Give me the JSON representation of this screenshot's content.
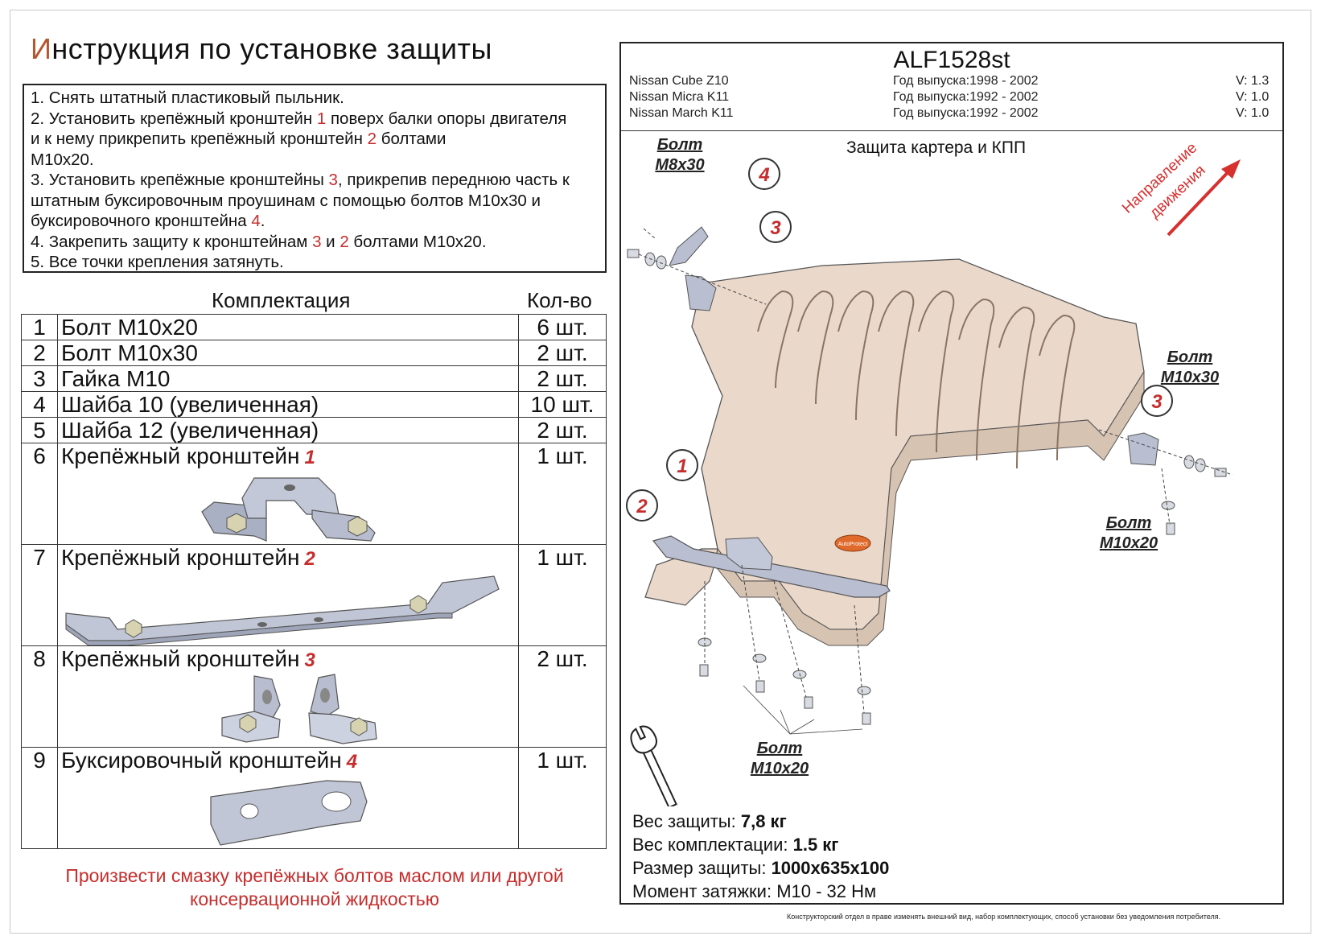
{
  "title": {
    "first": "И",
    "rest": "нструкция по установке защиты"
  },
  "steps": [
    [
      {
        "t": "1. Снять штатный пластиковый пыльник."
      }
    ],
    [
      {
        "t": "2. Установить крепёжный кронштейн "
      },
      {
        "t": "1",
        "red": true
      },
      {
        "t": " поверх балки опоры двигателя"
      }
    ],
    [
      {
        "t": "и к нему прикрепить крепёжный кронштейн "
      },
      {
        "t": "2",
        "red": true
      },
      {
        "t": " болтами"
      }
    ],
    [
      {
        "t": "М10x20."
      }
    ],
    [
      {
        "t": "3. Установить крепёжные кронштейны "
      },
      {
        "t": "3",
        "red": true
      },
      {
        "t": ", прикрепив переднюю часть к"
      }
    ],
    [
      {
        "t": "штатным буксировочным проушинам с помощью болтов М10х30 и"
      }
    ],
    [
      {
        "t": "буксировочного кронштейна "
      },
      {
        "t": "4",
        "red": true
      },
      {
        "t": "."
      }
    ],
    [
      {
        "t": "4. Закрепить защиту к кронштейнам "
      },
      {
        "t": "3",
        "red": true
      },
      {
        "t": " и "
      },
      {
        "t": "2",
        "red": true
      },
      {
        "t": " болтами М10х20."
      }
    ],
    [
      {
        "t": "5. Все точки крепления затянуть."
      }
    ]
  ],
  "kit": {
    "header_name": "Комплектация",
    "header_qty": "Кол-во",
    "rows": [
      {
        "n": "1",
        "name": "Болт М10х20",
        "qty": "6 шт."
      },
      {
        "n": "2",
        "name": "Болт М10х30",
        "qty": "2 шт."
      },
      {
        "n": "3",
        "name": "Гайка М10",
        "qty": "2 шт."
      },
      {
        "n": "4",
        "name": "Шайба 10 (увеличенная)",
        "qty": "10 шт."
      },
      {
        "n": "5",
        "name": "Шайба 12 (увеличенная)",
        "qty": "2 шт."
      },
      {
        "n": "6",
        "name": "Крепёжный кронштейн",
        "num": "1",
        "qty": "1 шт."
      },
      {
        "n": "7",
        "name": "Крепёжный кронштейн",
        "num": "2",
        "qty": "1 шт."
      },
      {
        "n": "8",
        "name": "Крепёжный кронштейн",
        "num": "3",
        "qty": "2 шт."
      },
      {
        "n": "9",
        "name": "Буксировочный кронштейн",
        "num": "4",
        "qty": "1 шт."
      }
    ]
  },
  "note": [
    "Произвести смазку крепёжных болтов маслом или другой",
    "консервационной жидкостью"
  ],
  "product": {
    "code": "ALF1528st",
    "models": [
      {
        "name": "Nissan Cube Z10",
        "years": "Год выпуска:1998 - 2002",
        "version": "V: 1.3"
      },
      {
        "name": "Nissan Micra K11",
        "years": "Год выпуска:1992 - 2002",
        "version": "V: 1.0"
      },
      {
        "name": "Nissan March K11",
        "years": "Год выпуска:1992 - 2002",
        "version": "V: 1.0"
      }
    ]
  },
  "diagram": {
    "title": "Защита картера и КПП",
    "direction": [
      "Направление",
      "движения"
    ],
    "callouts": [
      "4",
      "3",
      "3",
      "1",
      "2"
    ],
    "labels": {
      "m8x30": {
        "a": "Болт",
        "b": "М8х30"
      },
      "m10x30": {
        "a": "Болт",
        "b": "М10х30"
      },
      "m10x20_right": {
        "a": "Болт",
        "b": "М10х20"
      },
      "m10x20_bottom": {
        "a": "Болт",
        "b": "М10х20"
      }
    },
    "logo": "AutoProtect"
  },
  "specs": {
    "weight_label": "Вес защиты: ",
    "weight": "7,8 кг",
    "kit_weight_label": "Вес комплектации: ",
    "kit_weight": "1.5 кг",
    "size_label": "Размер защиты: ",
    "size": "1000x635x100",
    "torque_label": "Момент затяжки:  ",
    "torque": "М10 - 32 Нм"
  },
  "footer": "Конструкторский отдел в праве изменять внешний вид, набор комплектующих, способ установки без уведомления потребителя.",
  "colors": {
    "accent_red": "#c62d2d",
    "title_first": "#b4562e",
    "plate": "#ead9cb",
    "bracket": "#b9bed0",
    "arrow": "#d6302f"
  }
}
